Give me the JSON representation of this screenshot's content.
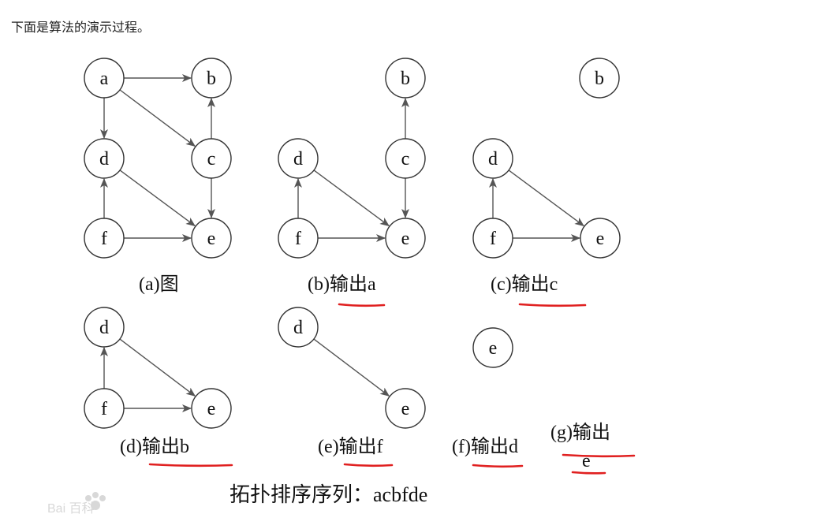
{
  "intro_text": "下面是算法的演示过程。",
  "panels": [
    {
      "id": "a",
      "caption": "(a)图",
      "nodes": [
        {
          "id": "a",
          "label": "a"
        },
        {
          "id": "b",
          "label": "b"
        },
        {
          "id": "d",
          "label": "d"
        },
        {
          "id": "c",
          "label": "c"
        },
        {
          "id": "f",
          "label": "f"
        },
        {
          "id": "e",
          "label": "e"
        }
      ],
      "edges": [
        [
          "a",
          "b"
        ],
        [
          "a",
          "d"
        ],
        [
          "a",
          "c"
        ],
        [
          "c",
          "b"
        ],
        [
          "c",
          "e"
        ],
        [
          "d",
          "e"
        ],
        [
          "f",
          "d"
        ],
        [
          "f",
          "e"
        ]
      ]
    },
    {
      "id": "b",
      "caption": "(b)输出a",
      "nodes": [
        {
          "id": "b",
          "label": "b"
        },
        {
          "id": "d",
          "label": "d"
        },
        {
          "id": "c",
          "label": "c"
        },
        {
          "id": "f",
          "label": "f"
        },
        {
          "id": "e",
          "label": "e"
        }
      ],
      "edges": [
        [
          "c",
          "b"
        ],
        [
          "c",
          "e"
        ],
        [
          "d",
          "e"
        ],
        [
          "f",
          "d"
        ],
        [
          "f",
          "e"
        ]
      ]
    },
    {
      "id": "c",
      "caption": "(c)输出c",
      "nodes": [
        {
          "id": "b",
          "label": "b"
        },
        {
          "id": "d",
          "label": "d"
        },
        {
          "id": "f",
          "label": "f"
        },
        {
          "id": "e",
          "label": "e"
        }
      ],
      "edges": [
        [
          "d",
          "e"
        ],
        [
          "f",
          "d"
        ],
        [
          "f",
          "e"
        ]
      ]
    },
    {
      "id": "d",
      "caption": "(d)输出b",
      "nodes": [
        {
          "id": "d",
          "label": "d"
        },
        {
          "id": "f",
          "label": "f"
        },
        {
          "id": "e",
          "label": "e"
        }
      ],
      "edges": [
        [
          "d",
          "e"
        ],
        [
          "f",
          "d"
        ],
        [
          "f",
          "e"
        ]
      ]
    },
    {
      "id": "e",
      "caption": "(e)输出f",
      "nodes": [
        {
          "id": "d",
          "label": "d"
        },
        {
          "id": "e",
          "label": "e"
        }
      ],
      "edges": [
        [
          "d",
          "e"
        ]
      ]
    },
    {
      "id": "f",
      "caption": "(f)输出d",
      "nodes": [
        {
          "id": "e",
          "label": "e"
        }
      ],
      "edges": []
    },
    {
      "id": "g",
      "caption": "(g)输出",
      "caption_line2": "e",
      "nodes": [],
      "edges": []
    }
  ],
  "result_text": "拓扑排序序列：acbfde",
  "watermark_text": "Bai 百科"
}
